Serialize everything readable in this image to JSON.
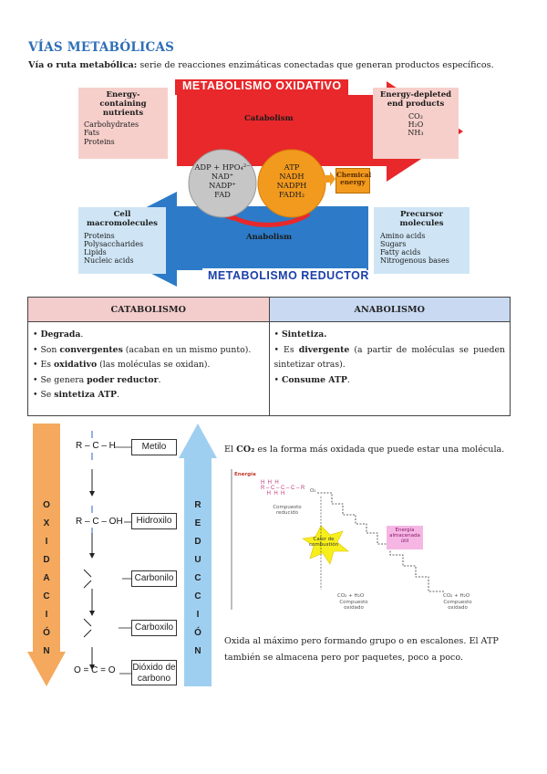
{
  "heading": "VÍAS METABÓLICAS",
  "intro": {
    "term": "Vía o ruta metabólica:",
    "definition": " serie de reacciones enzimáticas conectadas que generan productos específicos."
  },
  "diagram": {
    "oxidative_title": "METABOLISMO OXIDATIVO",
    "reductive_title": "METABOLISMO REDUCTOR",
    "catabolism_label": "Catabolism",
    "anabolism_label": "Anabolism",
    "energy_nutrients": {
      "heading": "Energy-containing nutrients",
      "items": [
        "Carbohydrates",
        "Fats",
        "Proteins"
      ]
    },
    "depleted_products": {
      "heading": "Energy-depleted end products",
      "items": [
        "CO₂",
        "H₂O",
        "NH₃"
      ]
    },
    "cell_macro": {
      "heading": "Cell macromolecules",
      "items": [
        "Proteins",
        "Polysaccharides",
        "Lipids",
        "Nucleic acids"
      ]
    },
    "precursors": {
      "heading": "Precursor molecules",
      "items": [
        "Amino acids",
        "Sugars",
        "Fatty acids",
        "Nitrogenous bases"
      ]
    },
    "grey_circle": [
      "ADP + HPO₄²⁻",
      "NAD⁺",
      "NADP⁺",
      "FAD"
    ],
    "orange_circle": [
      "ATP",
      "NADH",
      "NADPH",
      "FADH₂"
    ],
    "chemical_energy": "Chemical energy",
    "colors": {
      "pink_box": "#f6cfcb",
      "blue_box": "#cfe5f5",
      "red_arrow": "#e8282b",
      "blue_arrow": "#2d7bc8",
      "orange": "#f29a1e"
    }
  },
  "table": {
    "headers": [
      "CATABOLISMO",
      "ANABOLISMO"
    ],
    "catabolism": [
      {
        "pre": "• ",
        "bold": "Degrada",
        "post": "."
      },
      {
        "pre": "• Son ",
        "bold": "convergentes",
        "post": " (acaban en un mismo punto)."
      },
      {
        "pre": "• Es ",
        "bold": "oxidativo",
        "post": " (las moléculas se oxidan)."
      },
      {
        "pre": "• Se genera ",
        "bold": "poder reductor",
        "post": "."
      },
      {
        "pre": "• Se ",
        "bold": "sintetiza ATP",
        "post": "."
      }
    ],
    "anabolism": [
      {
        "pre": "• ",
        "bold": "Sintetiza.",
        "post": ""
      },
      {
        "pre": "• Es ",
        "bold": "divergente",
        "post": " (a partir de moléculas se pueden sintetizar otras)."
      },
      {
        "pre": "• ",
        "bold": "Consume ATP",
        "post": "."
      }
    ]
  },
  "redox": {
    "oxidation_letters": [
      "O",
      "X",
      "I",
      "D",
      "A",
      "C",
      "I",
      "Ó",
      "N"
    ],
    "reduction_letters": [
      "R",
      "E",
      "D",
      "U",
      "C",
      "C",
      "I",
      "Ó",
      "N"
    ],
    "labels": [
      "Metilo",
      "Hidroxilo",
      "Carbonilo",
      "Carboxilo",
      "Dióxido de carbono"
    ],
    "formulas": {
      "methyl": "R – C – H",
      "hydroxyl": "R – C – OH",
      "co2": "O = C = O"
    }
  },
  "co2_text": {
    "pre": "El ",
    "bold": "CO₂",
    "post": " es la forma más oxidada que puede estar una molécula."
  },
  "energy_figure": {
    "energia": "Energía",
    "reduced": "Compuesto reducido",
    "heat": "Calor de combustión",
    "stored": "Energía almacenada útil",
    "oxidized": "Compuesto oxidado",
    "co2_h2o_left": "CO₂ + H₂O",
    "co2_h2o_right": "CO₂ + H₂O",
    "o2": "O₂"
  },
  "closing_text": "Oxida al máximo pero formando grupo o en escalones. El ATP también se almacena pero por paquetes, poco a poco."
}
